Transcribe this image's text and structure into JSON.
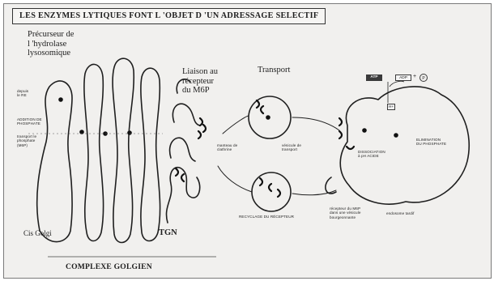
{
  "title": "LES ENZYMES LYTIQUES FONT L 'OBJET D 'UN ADRESSAGE SELECTIF",
  "labels": {
    "precursor": "Précurseur de\nl 'hydrolase\nlysosomique",
    "liaison": "Liaison au\nrécepteur\ndu M6P",
    "transport": "Transport",
    "cis_golgi": "Cis Golgi",
    "tgn": "TGN",
    "complexe": "COMPLEXE GOLGIEN",
    "depuis_re": "depuis\nle RE",
    "addition_phosphate": "ADDITION DE\nPHOSPHATE",
    "precurseur_phosphate": "transport le\nphosphate\n(M6P)",
    "clathrin_vesicle": "manteau de\nclathrine",
    "transport_vesicle": "vésicule de\ntransport",
    "dissociation": "DISSOCIATION\nà pH ACIDE",
    "elimination": "ELIMINATION\nDU PHOSPHATE",
    "recyclage": "RECYCLAGE DU RÉCEPTEUR",
    "receptor_note": "récepteur du M6P\ndans une vésicule\nbourgeonnante",
    "late_endosome": "endosome tardif",
    "atp": "ATP",
    "adp": "ADP",
    "pi": "P",
    "hplus": "H+"
  }
}
